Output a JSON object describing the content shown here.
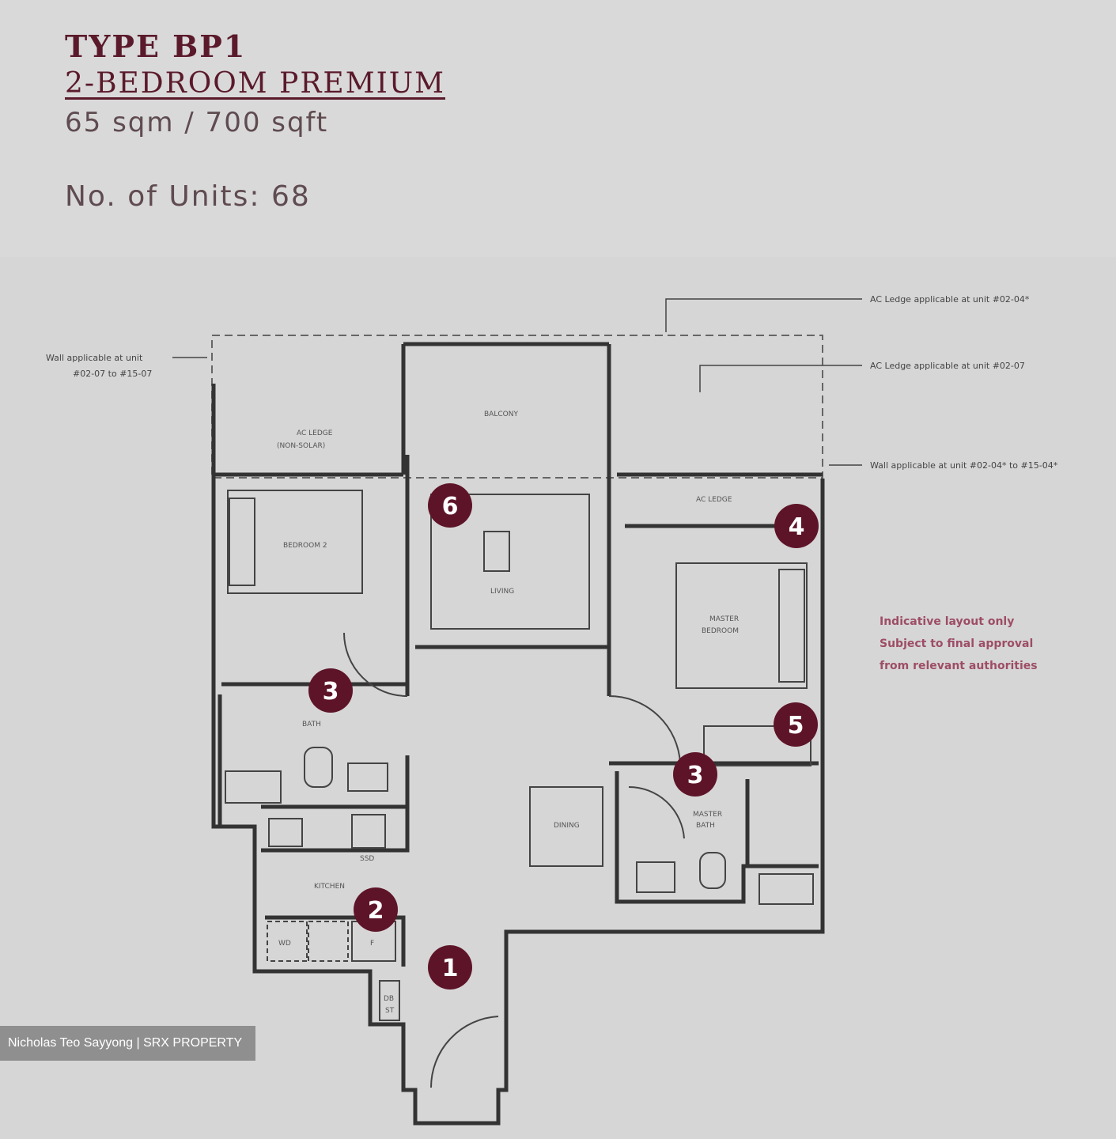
{
  "header": {
    "type_title": "TYPE BP1",
    "type_name": "2-BEDROOM PREMIUM",
    "area": "65 sqm / 700 sqft",
    "units": "No. of Units: 68"
  },
  "rooms": {
    "ac_ledge": "AC LEDGE",
    "ac_ledge_sub": "(NON-SOLAR)",
    "balcony": "BALCONY",
    "bedroom2": "BEDROOM 2",
    "living": "LIVING",
    "ac_ledge2": "AC LEDGE",
    "master_bedroom": "MASTER",
    "master_bedroom2": "BEDROOM",
    "bath": "BATH",
    "master_bath": "MASTER",
    "master_bath2": "BATH",
    "dining": "DINING",
    "kitchen": "KITCHEN",
    "wd": "WD",
    "f": "F",
    "db": "DB",
    "st": "ST",
    "ssd": "SSD"
  },
  "notes": {
    "ac_ledge_0204": "AC Ledge applicable at unit #02-04*",
    "ac_ledge_0207": "AC Ledge applicable at unit #02-07",
    "wall_left_1": "Wall applicable at unit",
    "wall_left_2": "#02-07 to #15-07",
    "wall_right": "Wall applicable at unit #02-04* to #15-04*",
    "blurred_1": "Indicative layout only",
    "blurred_2": "Subject to final approval",
    "blurred_3": "from relevant authorities"
  },
  "markers": [
    "1",
    "2",
    "3",
    "3",
    "4",
    "5",
    "6"
  ],
  "watermark": "Nicholas Teo Sayyong | SRX PROPERTY",
  "colors": {
    "brand": "#5e1428",
    "text": "#5a1a2b",
    "background": "#d9d9d9"
  }
}
